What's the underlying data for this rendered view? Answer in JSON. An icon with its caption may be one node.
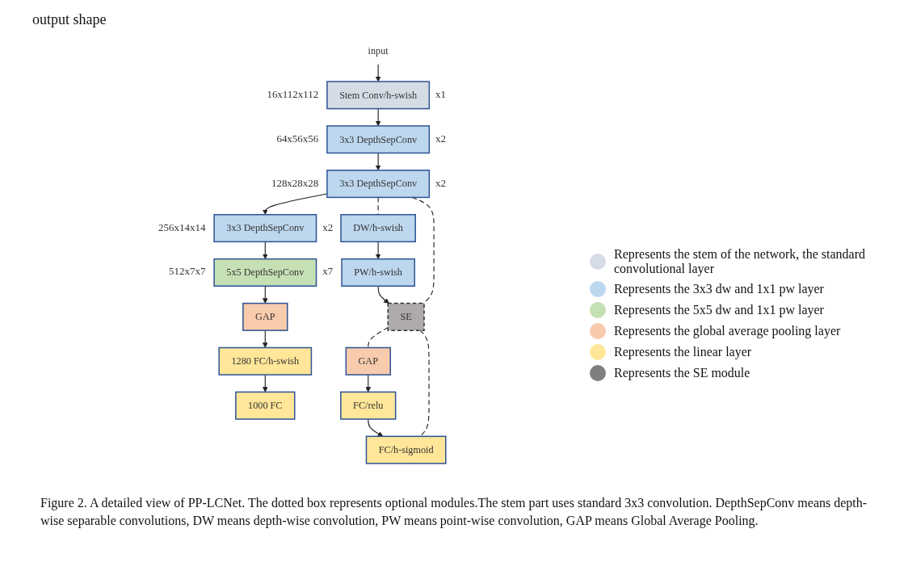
{
  "diagram": {
    "caption": "Figure 2. A detailed view of PP-LCNet. The dotted box represents optional modules.The stem part uses standard 3x3 convolution. DepthSepConv means depth-wise separable convolutions, DW means depth-wise convolution, PW means point-wise convolution, GAP means Global Average Pooling.",
    "nodes": [
      {
        "text": [
          "input"
        ]
      },
      {
        "text": [
          "Stem Conv/h-swish"
        ],
        "beside": [
          "16x112x112",
          "x1"
        ]
      },
      {
        "text": [
          "3x3 DepthSepConv"
        ],
        "beside": [
          "64x56x56",
          "x2"
        ]
      },
      {
        "text": [
          "3x3 DepthSepConv"
        ],
        "beside": [
          "128x28x28",
          "x2"
        ]
      },
      {
        "text": [
          "3x3 DepthSepConv"
        ],
        "beside": [
          "256x14x14",
          "x2"
        ]
      },
      {
        "text": [
          "5x5 DepthSepConv"
        ],
        "beside": [
          "512x7x7",
          "x7"
        ]
      },
      {
        "text": [
          "GAP"
        ]
      },
      {
        "text": [
          "1280 FC/h-swish"
        ]
      },
      {
        "text": [
          "1000 FC"
        ]
      },
      {
        "text": [
          "DW/h-swish"
        ]
      },
      {
        "text": [
          "PW/h-swish"
        ]
      },
      {
        "text": [
          "SE"
        ]
      },
      {
        "text": [
          "GAP"
        ]
      },
      {
        "text": [
          "FC/relu"
        ]
      },
      {
        "text": [
          "FC/h-sigmoid"
        ]
      }
    ],
    "edges": [
      {
        "from": 0,
        "to": 1,
        "arrow": "to"
      },
      {
        "from": 1,
        "to": 2,
        "arrow": "to"
      },
      {
        "from": 2,
        "to": 3,
        "arrow": "to"
      },
      {
        "from": 3,
        "to": 4,
        "arrow": "to"
      },
      {
        "from": 4,
        "to": 5,
        "arrow": "to"
      },
      {
        "from": 5,
        "to": 6,
        "arrow": "to"
      },
      {
        "from": 6,
        "to": 7,
        "arrow": "to"
      },
      {
        "from": 7,
        "to": 8,
        "arrow": "to"
      },
      {
        "from": 9,
        "to": 10,
        "arrow": "to"
      },
      {
        "from": 10,
        "to": 11,
        "arrow": "to"
      },
      {
        "from": 12,
        "to": 13,
        "arrow": "to"
      },
      {
        "from": 13,
        "to": 14,
        "arrow": "to"
      },
      {
        "from": 3,
        "to": 9,
        "arrow": "none",
        "style": "dashed"
      },
      {
        "from": 3,
        "to": 11,
        "arrow": "none",
        "style": "dashed"
      },
      {
        "from": 11,
        "to": 12,
        "arrow": "none",
        "style": "dashed"
      },
      {
        "from": 11,
        "to": 14,
        "arrow": "none",
        "style": "dashed"
      }
    ],
    "labels": [
      "output shape"
    ],
    "legend": [
      {
        "text": "Represents the stem of the network, the standard convolutional layer",
        "color": "#d6dce5"
      },
      {
        "text": "Represents the 3x3 dw and 1x1 pw layer",
        "color": "#bdd7ee"
      },
      {
        "text": "Represents the 5x5 dw and 1x1 pw layer",
        "color": "#c5e0b4"
      },
      {
        "text": "Represents the global average pooling layer",
        "color": "#f8cbad"
      },
      {
        "text": "Represents the linear layer",
        "color": "#ffe699"
      },
      {
        "text": "Represents the SE module",
        "color": "#7f7f7f"
      }
    ]
  }
}
